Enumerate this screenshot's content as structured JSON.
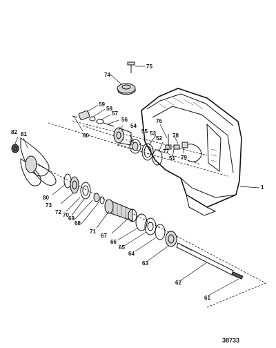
{
  "document_number": "38733",
  "callouts": {
    "c1": "1",
    "c51": "51",
    "c52": "52",
    "c53": "53",
    "c54": "54",
    "c55": "55",
    "c56": "56",
    "c57": "57",
    "c58": "58",
    "c59": "59",
    "c60": "60",
    "c61": "61",
    "c62": "62",
    "c63": "63",
    "c64": "64",
    "c65": "65",
    "c66": "66",
    "c67": "67",
    "c68": "68",
    "c69": "69",
    "c70": "70",
    "c71": "71",
    "c72": "72",
    "c73": "73",
    "c74": "74",
    "c75": "75",
    "c76": "76",
    "c77": "77",
    "c78": "78",
    "c79": "79",
    "c80": "80",
    "c81": "81",
    "c82": "82"
  }
}
